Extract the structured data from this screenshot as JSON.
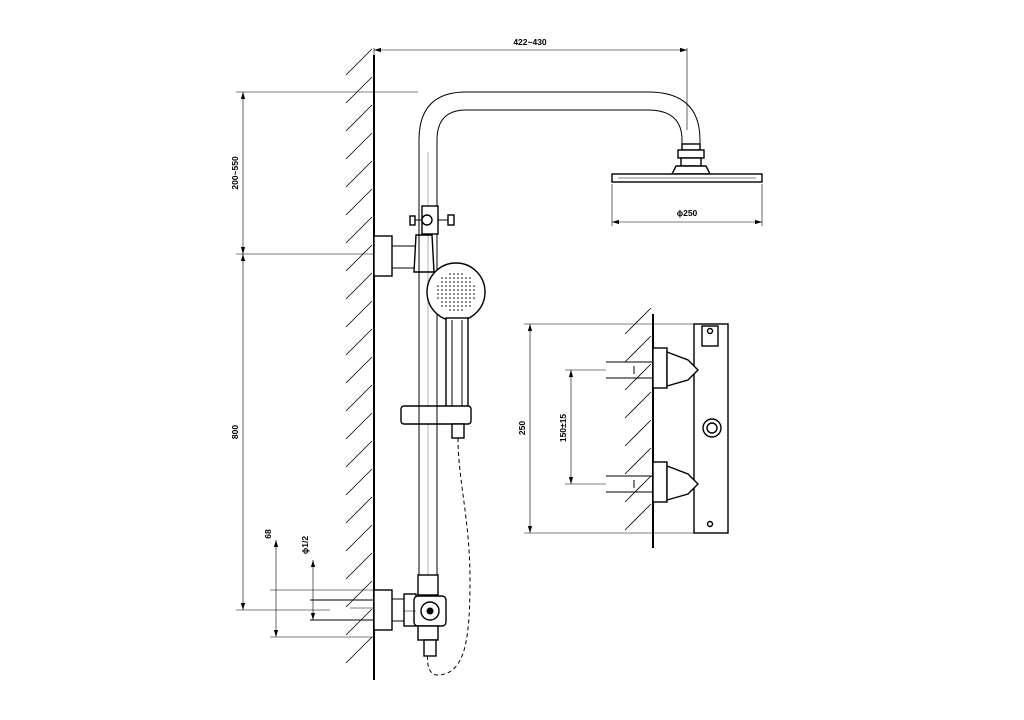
{
  "dimensions": {
    "arm_reach": "422~430",
    "head_diameter": "ϕ250",
    "arm_height": "200~550",
    "bar_height": "800",
    "inlet_offset": "68",
    "inlet_thread": "ϕ1/2",
    "mixer_height": "250",
    "inlet_spacing": "150±15"
  },
  "colors": {
    "line": "#000000",
    "background": "#ffffff"
  }
}
